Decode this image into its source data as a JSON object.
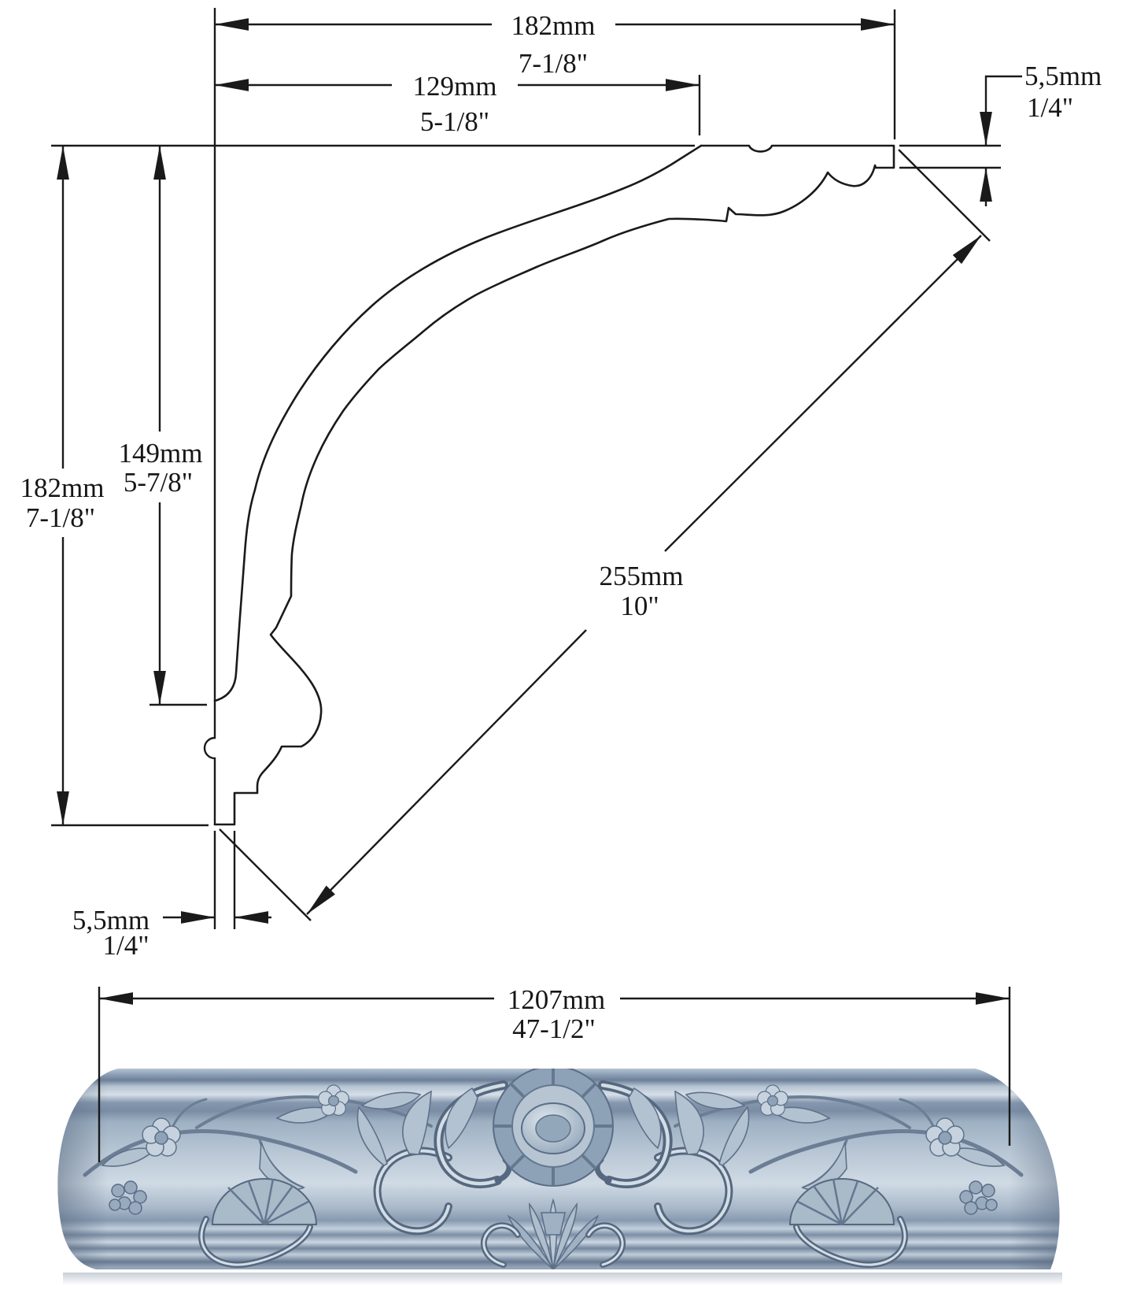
{
  "drawing": {
    "type": "cornice moulding technical drawing",
    "section_view": {
      "width_total": {
        "metric": "182mm",
        "imperial": "7-1/8\""
      },
      "width_to_face": {
        "metric": "129mm",
        "imperial": "5-1/8\""
      },
      "height_total": {
        "metric": "182mm",
        "imperial": "7-1/8\""
      },
      "height_to_face": {
        "metric": "149mm",
        "imperial": "5-7/8\""
      },
      "face_length": {
        "metric": "255mm",
        "imperial": "10\""
      },
      "top_thickness": {
        "metric": "5,5mm",
        "imperial": "1/4\""
      },
      "bottom_thickness": {
        "metric": "5,5mm",
        "imperial": "1/4\""
      }
    },
    "front_view": {
      "length": {
        "metric": "1207mm",
        "imperial": "47-1/2\""
      }
    },
    "colors": {
      "line": "#1a1a1a",
      "background": "#ffffff",
      "moulding_base": "#9fb2c6",
      "moulding_highlight": "#e9eef4",
      "moulding_shadow": "#52647c"
    }
  }
}
